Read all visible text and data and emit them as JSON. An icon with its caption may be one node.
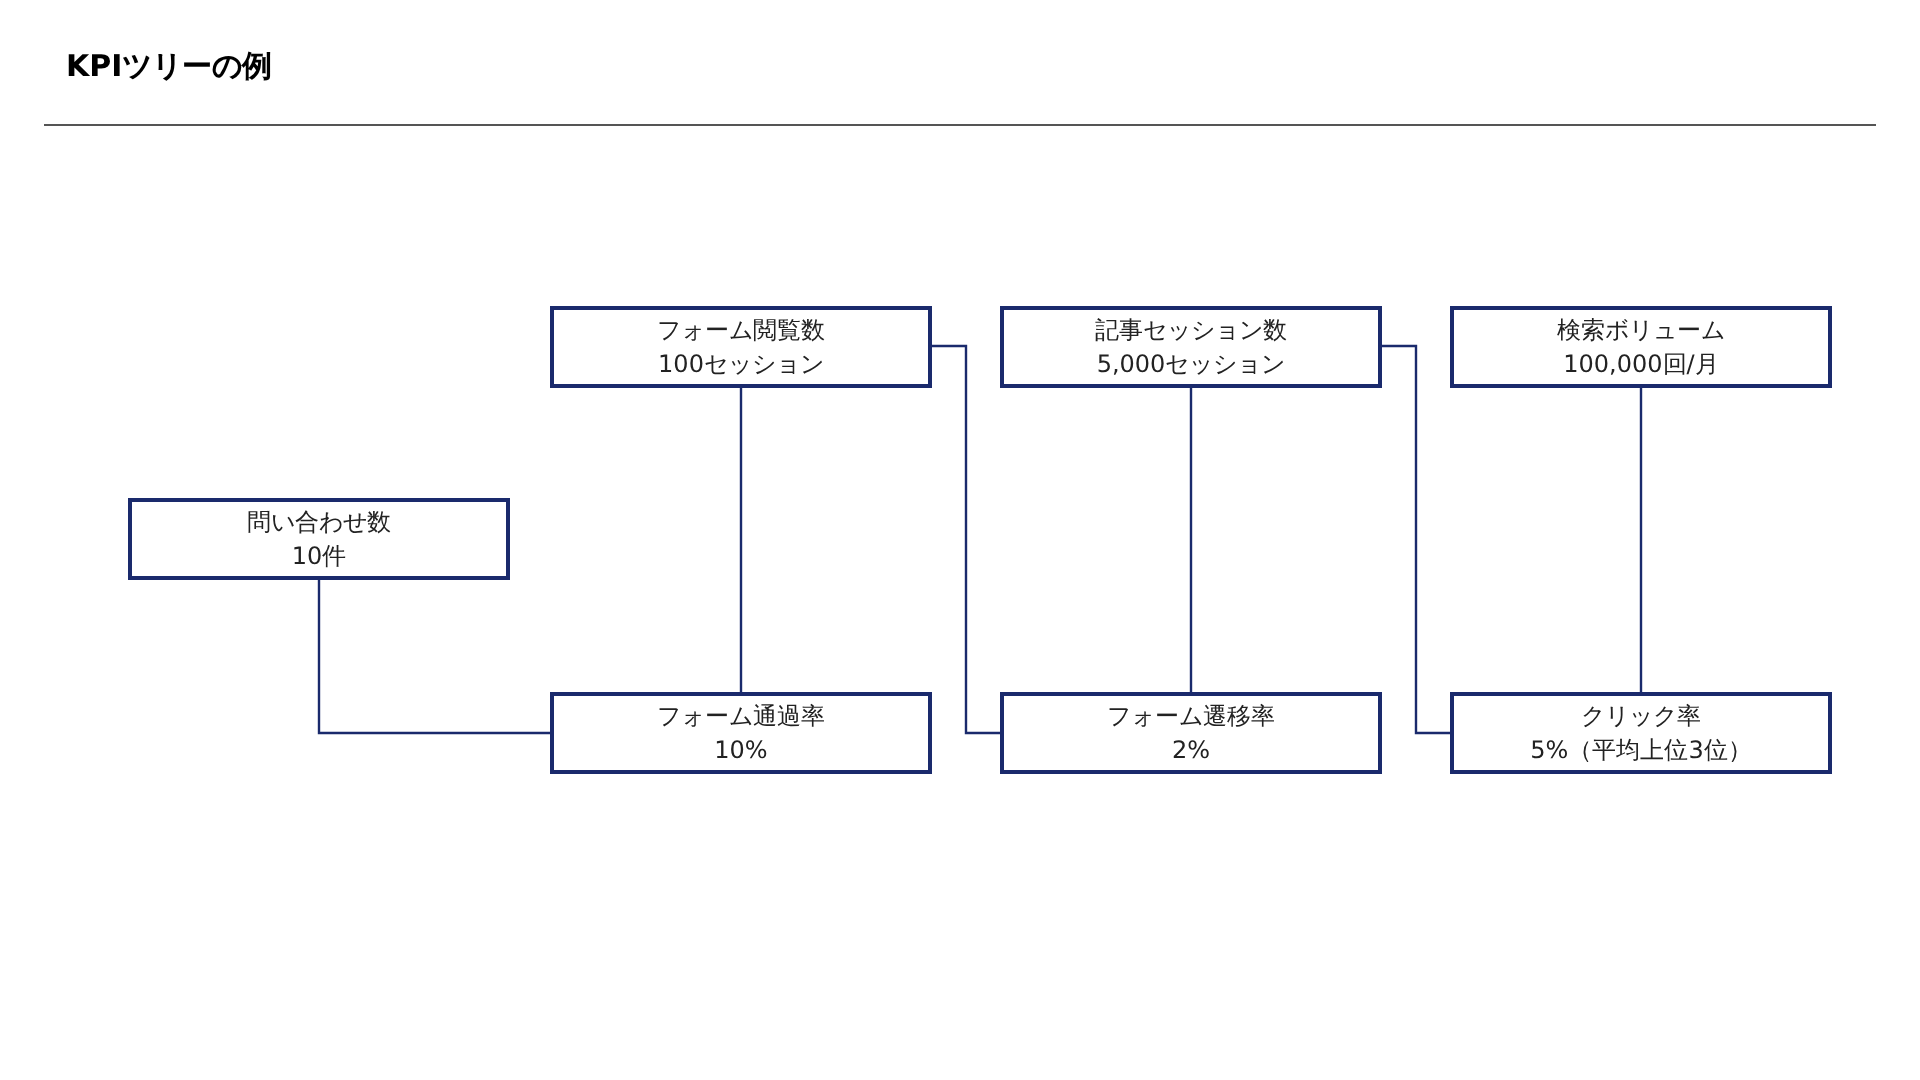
{
  "diagram": {
    "title": "KPIツリーの例",
    "nodes": [
      {
        "text": [
          "フォーム閲覧数",
          "100セッション"
        ]
      },
      {
        "text": [
          "記事セッション数",
          "5,000セッション"
        ]
      },
      {
        "text": [
          "検索ボリューム",
          "100,000回/月"
        ]
      },
      {
        "text": [
          "問い合わせ数",
          "10件"
        ]
      },
      {
        "text": [
          "フォーム通過率",
          "10%"
        ]
      },
      {
        "text": [
          "フォーム遷移率",
          "2%"
        ]
      },
      {
        "text": [
          "クリック率",
          "5%（平均上位3位）"
        ]
      }
    ],
    "edges": [
      {
        "from": 3,
        "to": 4,
        "arrow": "none"
      },
      {
        "from": 0,
        "to": 4,
        "arrow": "none"
      },
      {
        "from": 0,
        "to": 5,
        "arrow": "none"
      },
      {
        "from": 1,
        "to": 5,
        "arrow": "none"
      },
      {
        "from": 1,
        "to": 6,
        "arrow": "none"
      },
      {
        "from": 2,
        "to": 6,
        "arrow": "none"
      }
    ]
  }
}
